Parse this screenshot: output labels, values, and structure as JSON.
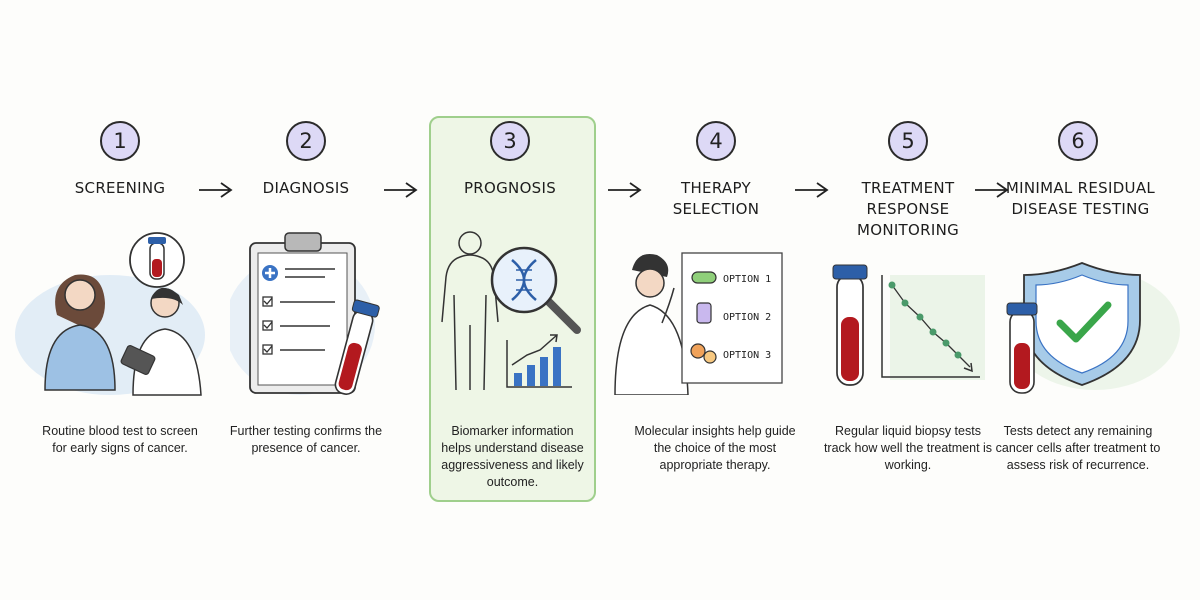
{
  "steps": [
    {
      "number": "1",
      "title": "SCREENING",
      "description": "Routine blood test to screen for early signs of cancer."
    },
    {
      "number": "2",
      "title": "DIAGNOSIS",
      "description": "Further testing confirms the presence of cancer."
    },
    {
      "number": "3",
      "title": "PROGNOSIS",
      "description": "Biomarker information helps understand disease aggressiveness and likely outcome."
    },
    {
      "number": "4",
      "title": "THERAPY\nSELECTION",
      "description": "Molecular insights help guide the choice of the most appropriate therapy."
    },
    {
      "number": "5",
      "title": "TREATMENT\nRESPONSE\nMONITORING",
      "description": "Regular liquid biopsy tests track how well the treatment is working."
    },
    {
      "number": "6",
      "title": "MINIMAL RESIDUAL\nDISEASE TESTING",
      "description": "Tests detect any remaining cancer cells after treatment to assess risk of recurrence."
    }
  ],
  "therapy_options": [
    "OPTION 1",
    "OPTION 2",
    "OPTION 3"
  ],
  "colors": {
    "highlight_fill": "#eef6e6",
    "highlight_border": "#9fcf8c",
    "number_fill": "#ddd9f6",
    "blood": "#b3191f",
    "tube_cap": "#2d5fa8",
    "shield": "#a7cbe8",
    "check": "#3aa64a"
  },
  "icons": [
    "blood-tube-icon",
    "clipboard-icon",
    "human-silhouette-icon",
    "magnifier-dna-icon",
    "bar-chart-icon",
    "doctor-icon",
    "pill-icon",
    "iv-bag-icon",
    "tablets-icon",
    "declining-chart-icon",
    "shield-check-icon"
  ]
}
